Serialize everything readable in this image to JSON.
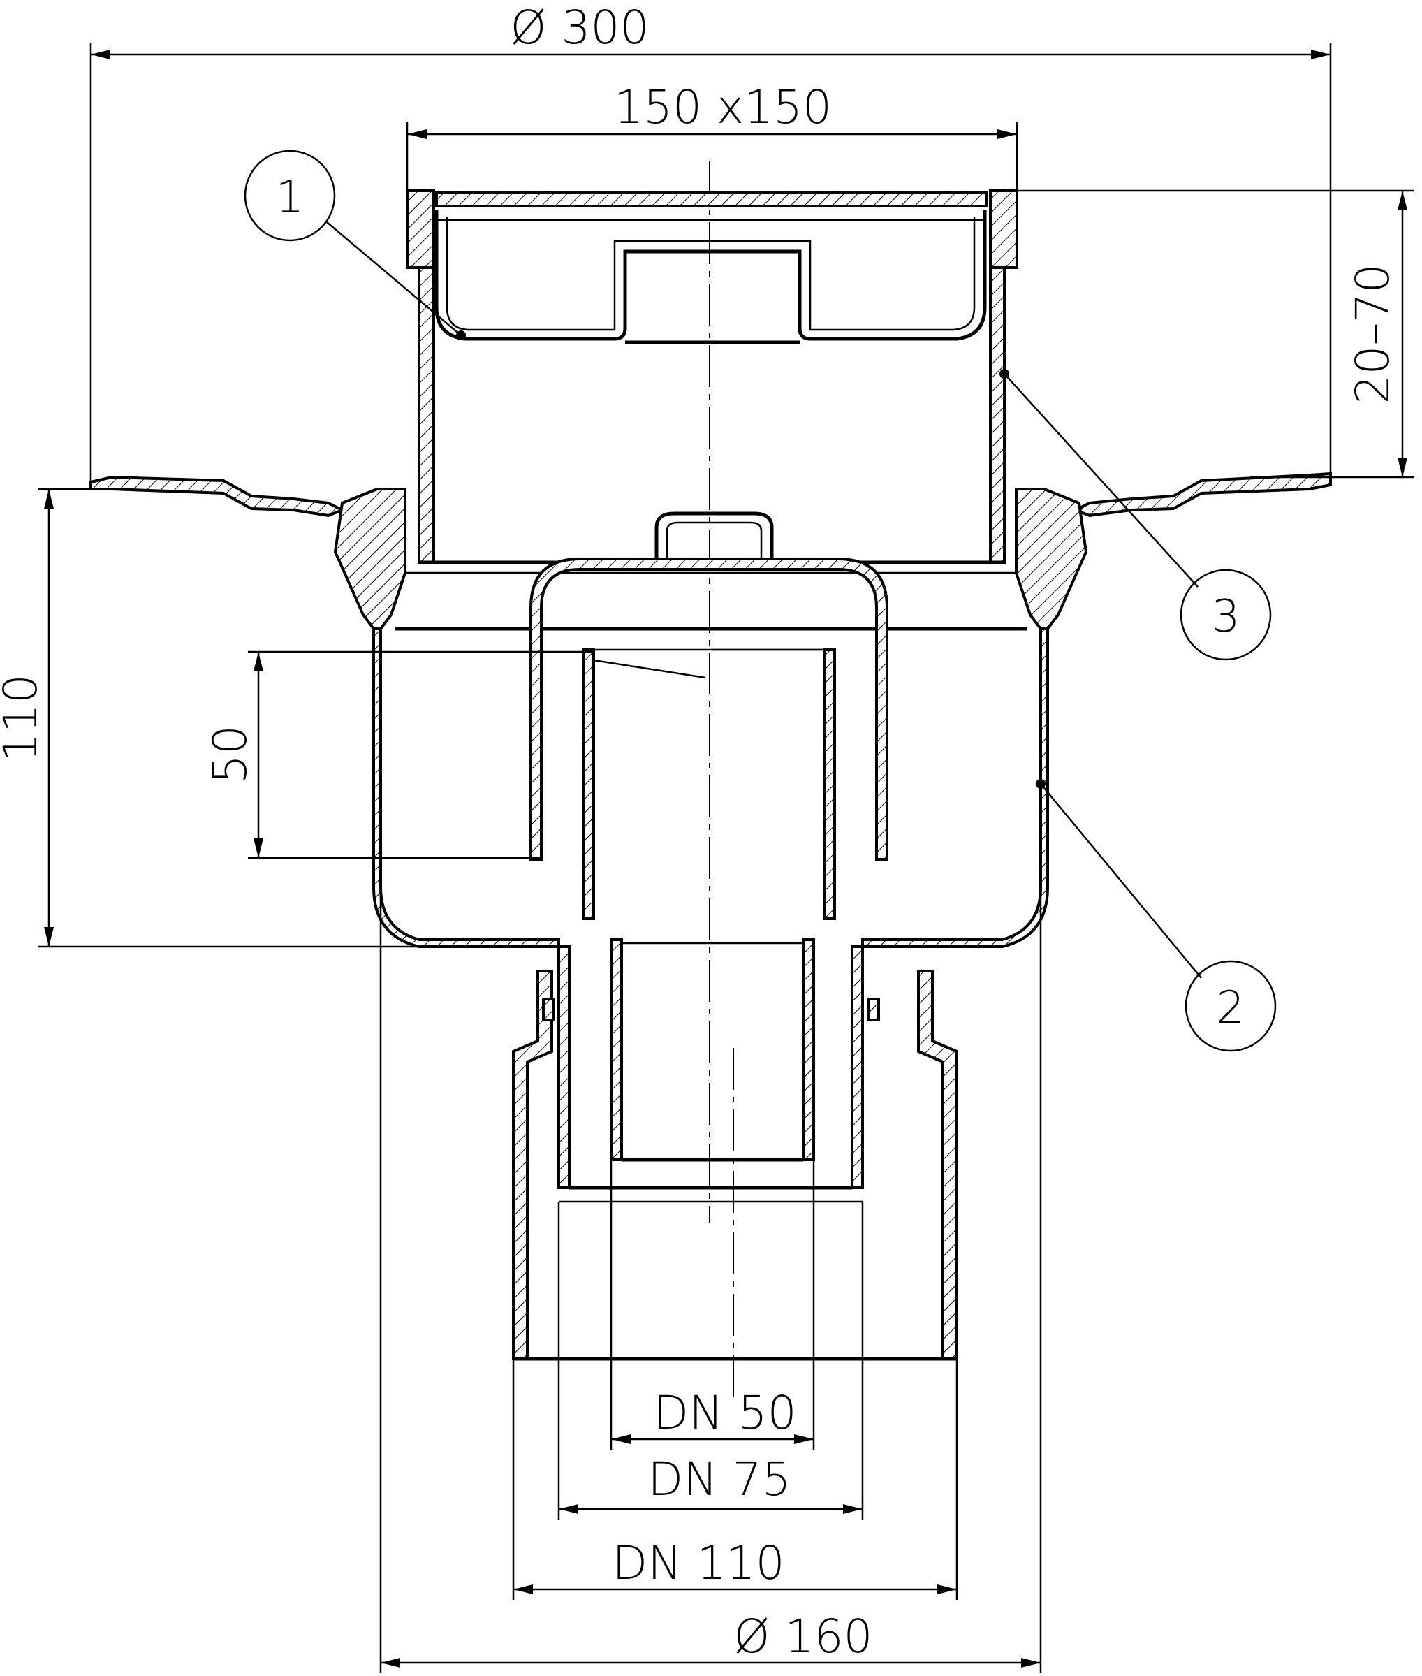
{
  "dimensions": {
    "top_diameter": "Ø 300",
    "grate_size": "150 x150",
    "height_range": "20–70",
    "total_height": "110",
    "water_seal": "50",
    "dn50": "DN 50",
    "dn75": "DN 75",
    "dn110": "DN 110",
    "bottom_diameter": "Ø 160"
  },
  "balloons": {
    "b1": "1",
    "b2": "2",
    "b3": "3"
  }
}
